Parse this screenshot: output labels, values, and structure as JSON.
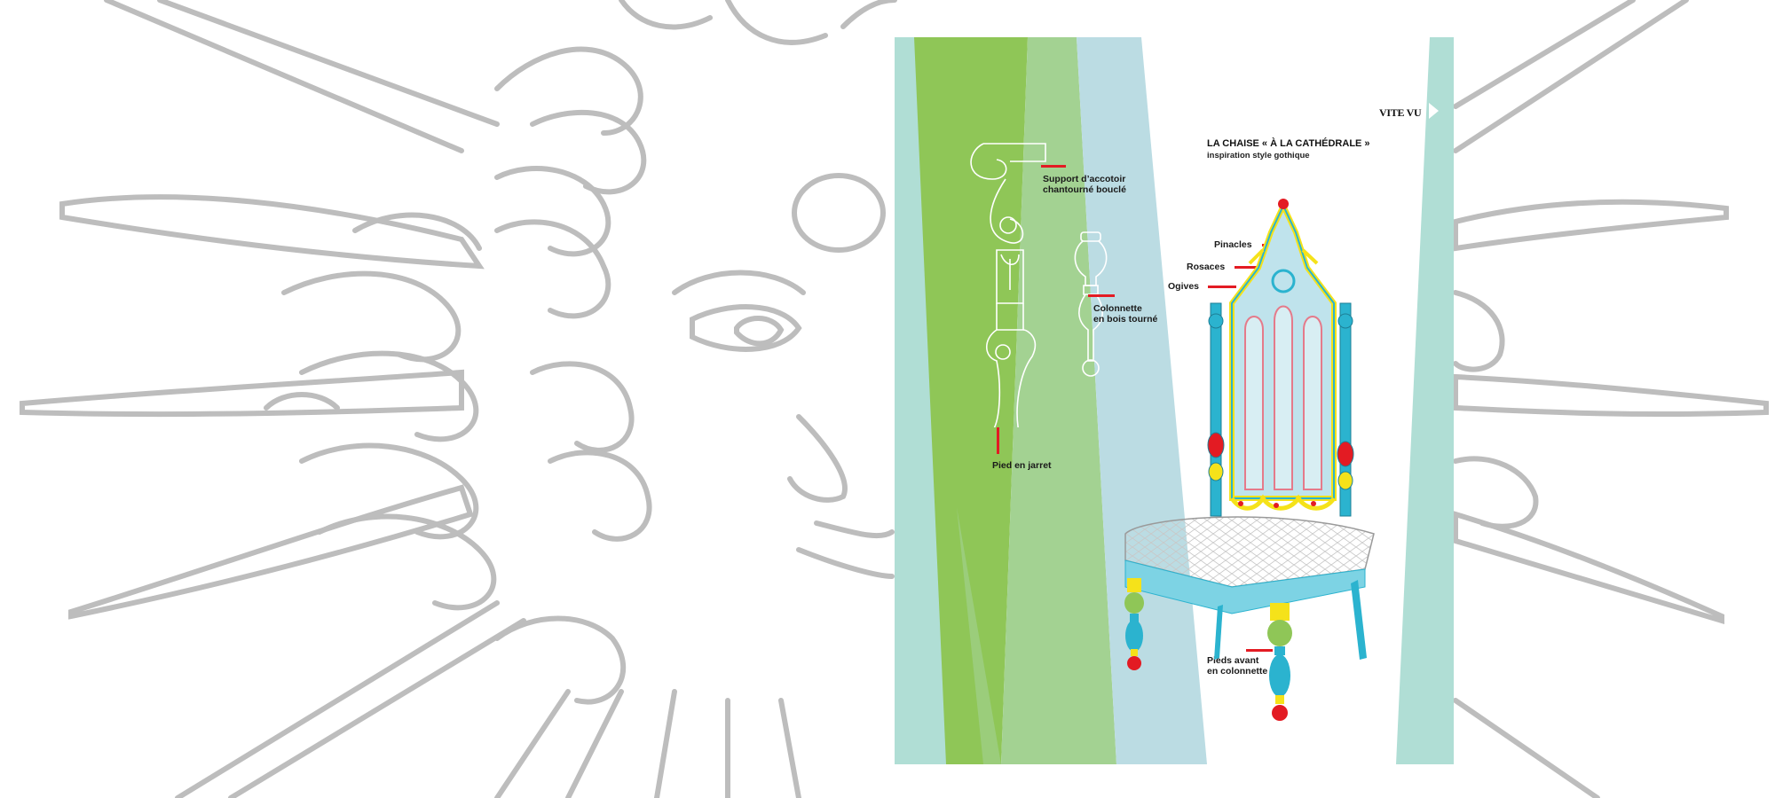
{
  "colors": {
    "stripe_light_teal": "#b0ded5",
    "stripe_green": "#8fc657",
    "stripe_light_green": "#a3d292",
    "stripe_light_blue": "#bbdce3",
    "accent_red": "#e31b23",
    "chair_cyan": "#2bb3cf",
    "chair_yellow": "#f5e21a",
    "sun_gray": "#bdbdbd"
  },
  "page": {
    "section_tag": "VITE VU",
    "title": "LA CHAISE « À LA CATHÉDRALE »",
    "subtitle": "inspiration style gothique"
  },
  "annotations": {
    "support_line1": "Support d’accotoir",
    "support_line2": "chantourné bouclé",
    "colonnette_line1": "Colonnette",
    "colonnette_line2": "en bois tourné",
    "pied_jarret": "Pied en jarret",
    "pinacles": "Pinacles",
    "rosaces": "Rosaces",
    "ogives": "Ogives",
    "pieds_line1": "Pieds avant",
    "pieds_line2": "en colonnette"
  },
  "icons": {
    "background": "sun-king-face-icon",
    "chair": "gothic-chair-icon",
    "sketch": "armrest-and-leg-sketch-icon"
  }
}
